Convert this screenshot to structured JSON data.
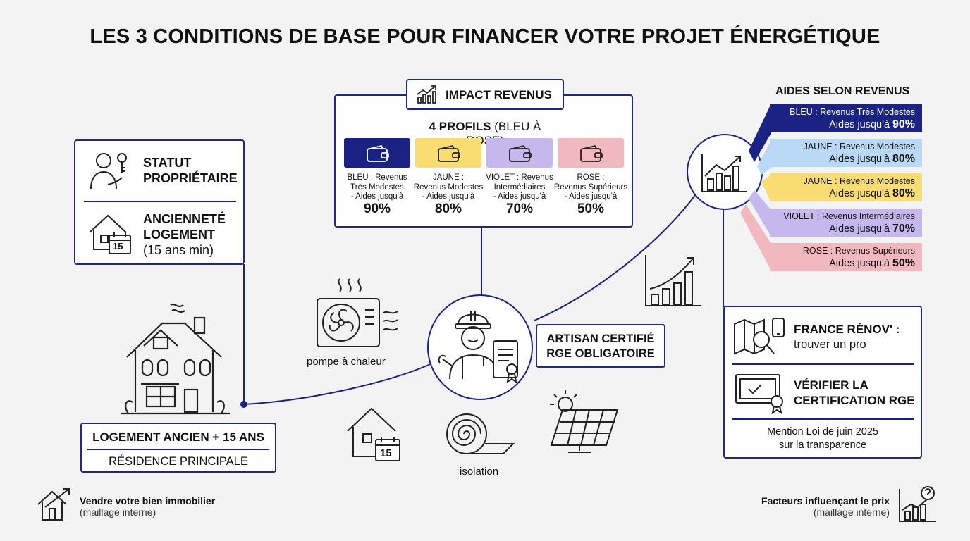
{
  "title": "LES 3 CONDITIONS DE BASE POUR FINANCER VOTRE PROJET ÉNERGÉTIQUE",
  "colors": {
    "navy": "#1a2383",
    "yellow": "#f9dd73",
    "violet": "#c6b8ee",
    "pink": "#f1b8bf",
    "light_blue": "#b9d9f6"
  },
  "left_box": {
    "status_line1": "STATUT",
    "status_line2": "PROPRIÉTAIRE",
    "seniority_line1": "ANCIENNETÉ",
    "seniority_line2": "LOGEMENT",
    "seniority_note": "(15 ans min)",
    "calendar_number": "15"
  },
  "house_box": {
    "title": "LOGEMENT ANCIEN + 15 ANS",
    "subtitle": "RÉSIDENCE PRINCIPALE"
  },
  "impact": {
    "header": "IMPACT REVENUS",
    "profiles_bold": "4 PROFILS",
    "profiles_light": "(BLEU À ROSE)",
    "profiles": [
      {
        "line1": "BLEU : Revenus",
        "line2": "Très Modestes",
        "line3": "- Aides jusqu'à",
        "pct": "90%",
        "color": "#1a2383"
      },
      {
        "line1": "JAUNE :",
        "line2": "Revenus Modestes",
        "line3": "- Aides jusqu'à",
        "pct": "80%",
        "color": "#f9dd73"
      },
      {
        "line1": "VIOLET : Revenus",
        "line2": "Intermédiaires",
        "line3": "- Aides jusqu'à",
        "pct": "70%",
        "color": "#c6b8ee"
      },
      {
        "line1": "ROSE :",
        "line2": "Revenus Supérieurs",
        "line3": "- Aides jusqu'à",
        "pct": "50%",
        "color": "#f1b8bf"
      }
    ]
  },
  "artisan": {
    "line1": "ARTISAN CERTIFIÉ",
    "line2": "RGE OBLIGATOIRE"
  },
  "works": {
    "heat_pump": "pompe à chaleur",
    "insulation": "isolation",
    "calendar_number": "15"
  },
  "aids": {
    "header": "AIDES SELON REVENUS",
    "items": [
      {
        "line1": "BLEU : Revenus Très Modestes",
        "line2": "Aides jusqu'à",
        "pct": "90%",
        "color": "#1a2383"
      },
      {
        "line1": "JAUNE : Revenus Modestes",
        "line2": "Aides jusqu'à",
        "pct": "80%",
        "color": "#b9d9f6"
      },
      {
        "line1": "JAUNE : Revenus Modestes",
        "line2": "Aides jusqu'à",
        "pct": "80%",
        "color": "#f9dd73"
      },
      {
        "line1": "VIOLET : Revenus Intermédiaires",
        "line2": "Aides jusqu'à",
        "pct": "70%",
        "color": "#c6b8ee"
      },
      {
        "line1": "ROSE : Revenus Supérieurs",
        "line2": "Aides jusqu'à",
        "pct": "50%",
        "color": "#f1b8bf"
      }
    ]
  },
  "france_renov": {
    "title": "FRANCE RÉNOV' :",
    "subtitle": "trouver un pro",
    "verify_line1": "VÉRIFIER LA",
    "verify_line2": "CERTIFICATION RGE",
    "mention_line1": "Mention Loi de juin 2025",
    "mention_line2": "sur la transparence"
  },
  "footer": {
    "left_title": "Vendre votre bien immobilier",
    "left_note": "(maillage interne)",
    "right_title": "Facteurs influençant le prix",
    "right_note": "(maillage interne)"
  }
}
